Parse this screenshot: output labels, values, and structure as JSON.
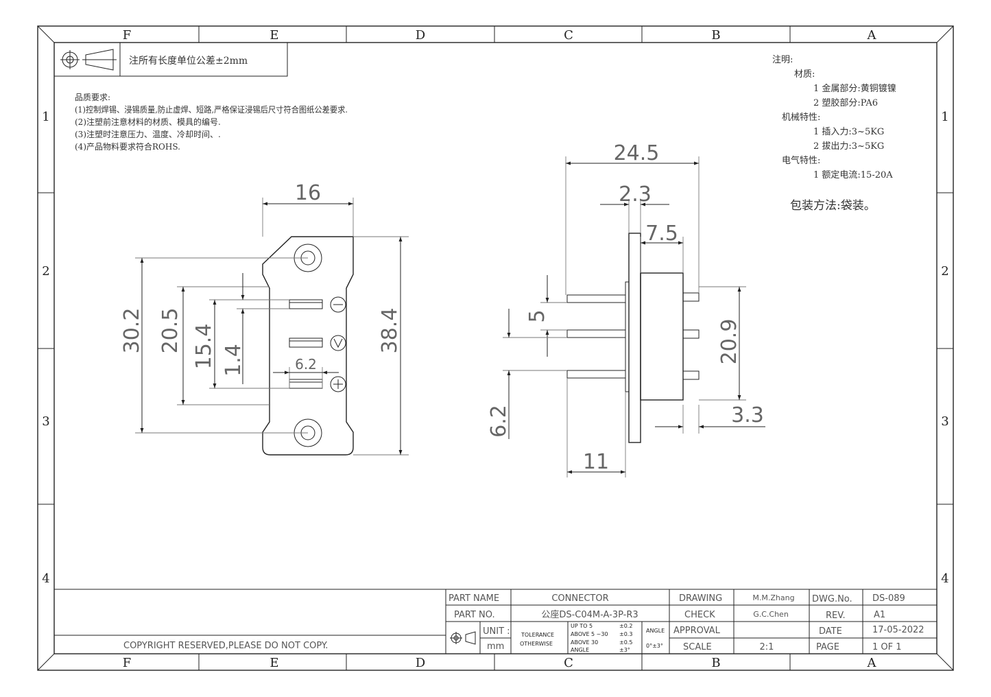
{
  "zones": {
    "columns": [
      "F",
      "E",
      "D",
      "C",
      "B",
      "A"
    ],
    "rows": [
      "1",
      "2",
      "3",
      "4"
    ]
  },
  "tolerance_note": "注所有长度单位公差±2mm",
  "quality": {
    "title": "品质要求:",
    "items": [
      "(1)控制焊锡、浸锡质量,防止虚焊、短路,严格保证浸锡后尺寸符合图纸公差要求.",
      "(2)注塑前注意材料的材质、模具的编号.",
      "(3)注塑时注意压力、温度、冷却时间、.",
      "(4)产品物料要求符合ROHS."
    ]
  },
  "notes": {
    "title": "注明:",
    "material_title": "材质:",
    "material_1": "1 金属部分:黄铜镀镍",
    "material_2": "2 塑胶部分:PA6",
    "mech_title": "机械特性:",
    "mech_1": "1 插入力:3~5KG",
    "mech_2": "2 拔出力:3~5KG",
    "elec_title": "电气特性:",
    "elec_1": "1 额定电流:15-20A",
    "packing": "包装方法:袋装。"
  },
  "dimensions": {
    "front_width": "16",
    "front_h_outer": "30.2",
    "front_h_pins": "20.5",
    "front_h_pin_pitch": "15.4",
    "front_pin_w": "1.4",
    "front_pin_len": "6.2",
    "front_total_h": "38.4",
    "side_width": "24.5",
    "side_flange": "2.3",
    "side_body": "7.5",
    "side_pin_gap": "5",
    "side_pin_offset": "6.2",
    "side_pin_span": "20.9",
    "side_tail": "3.3",
    "side_pin_len": "11"
  },
  "title_block": {
    "part_name_label": "PART NAME",
    "part_name": "CONNECTOR",
    "part_no_label": "PART NO.",
    "part_no": "公座DS-C04M-A-3P-R3",
    "unit_label": "UNIT :",
    "unit": "mm",
    "tolerance_label": "TOLERANCE",
    "otherwise_label": "OTHERWISE",
    "tol_rows": [
      {
        "range": "UP TO 5",
        "value": "±0.2"
      },
      {
        "range": "ABOVE 5 ~30",
        "value": "±0.3"
      },
      {
        "range": "ABOVE 30",
        "value": "±0.5"
      },
      {
        "range": "ANGLE",
        "value": "±3°"
      }
    ],
    "angle_label": "ANGLE",
    "angle_value": "0°±3°",
    "drawing_label": "DRAWING",
    "drawing_by": "M.M.Zhang",
    "check_label": "CHECK",
    "check_by": "G.C.Chen",
    "approval_label": "APPROVAL",
    "approval_by": "",
    "scale_label": "SCALE",
    "scale": "2:1",
    "dwg_no_label": "DWG.No.",
    "dwg_no": "DS-089",
    "rev_label": "REV.",
    "rev": "A1",
    "date_label": "DATE",
    "date": "17-05-2022",
    "page_label": "PAGE",
    "page": "1 OF 1"
  },
  "copyright": "COPYRIGHT RESERVED,PLEASE DO NOT COPY."
}
